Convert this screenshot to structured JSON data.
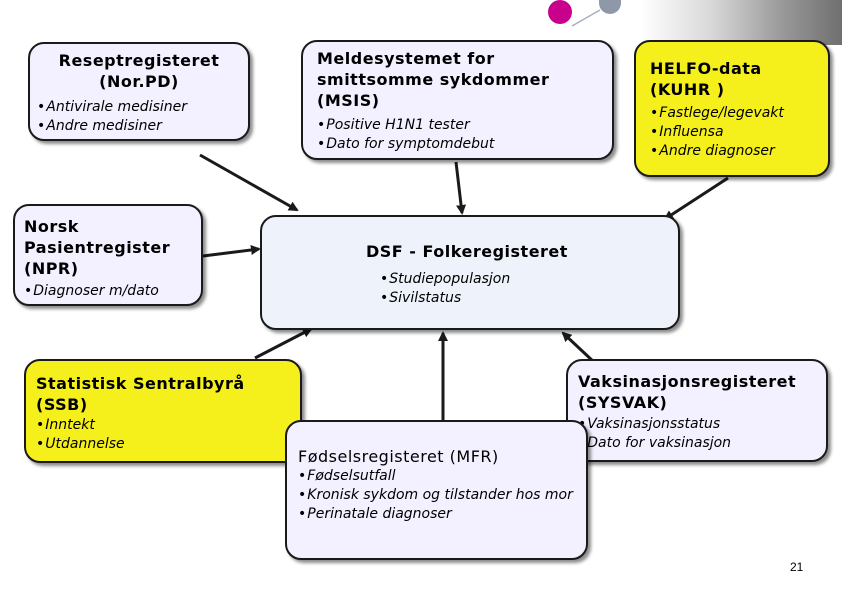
{
  "boxes": {
    "norpd": {
      "title": "Reseptregisteret (Nor.PD)",
      "items": [
        "Antivirale medisiner",
        "Andre medisiner"
      ]
    },
    "msis": {
      "title": "Meldesystemet for smittsomme sykdommer (MSIS)",
      "items": [
        "Positive H1N1 tester",
        "Dato for symptomdebut"
      ]
    },
    "helfo": {
      "title": "HELFO-data (KUHR )",
      "items": [
        "Fastlege/legevakt",
        "Influensa",
        "Andre diagnoser"
      ]
    },
    "npr": {
      "title": "Norsk Pasientregister (NPR)",
      "items": [
        "Diagnoser m/dato"
      ]
    },
    "dsf": {
      "title": "DSF - Folkeregisteret",
      "items": [
        "Studiepopulasjon",
        "Sivilstatus"
      ]
    },
    "ssb": {
      "title": "Statistisk Sentralbyrå (SSB)",
      "items": [
        "Inntekt",
        "Utdannelse"
      ]
    },
    "sysvak": {
      "title": "Vaksinasjonsregisteret (SYSVAK)",
      "items": [
        "Vaksinasjonsstatus",
        "Dato for vaksinasjon"
      ]
    },
    "mfr": {
      "title": "Fødselsregisteret (MFR)",
      "items": [
        "Fødselsutfall",
        "Kronisk sykdom og tilstander hos mor",
        "Perinatale diagnoser"
      ]
    }
  },
  "page_number": "21",
  "colors": {
    "lavender": "#f3f0ff",
    "yellow": "#f5f01c",
    "lightblue": "#eef3fb",
    "border": "#1a1a1a"
  }
}
